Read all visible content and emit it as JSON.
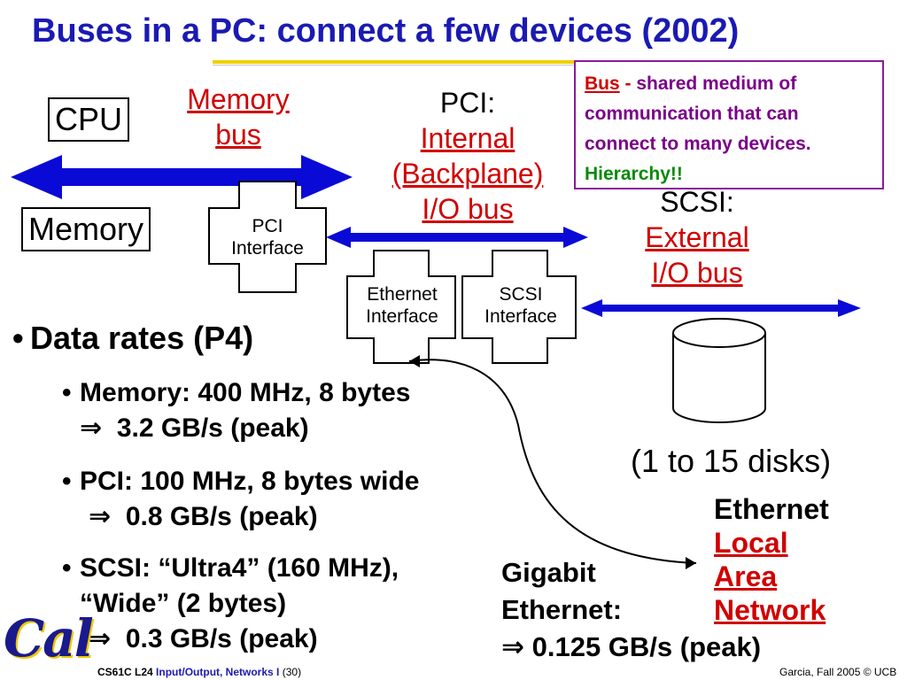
{
  "title": "Buses in a PC: connect a few devices (2002)",
  "definition": {
    "term": "Bus",
    "dash": " - ",
    "text": "shared medium of communication that can connect to many devices.",
    "emphasis": "Hierarchy!!"
  },
  "labels": {
    "cpu": "CPU",
    "memory": "Memory",
    "memory_bus_1": "Memory",
    "memory_bus_2": "bus",
    "pci_head": "PCI:",
    "pci_1": "Internal",
    "pci_2": "(Backplane)",
    "pci_3": "I/O bus",
    "scsi_head": "SCSI:",
    "scsi_1": "External",
    "scsi_2": "I/O bus",
    "pci_if_1": "PCI",
    "pci_if_2": "Interface",
    "eth_if_1": "Ethernet",
    "eth_if_2": "Interface",
    "scsi_if_1": "SCSI",
    "scsi_if_2": "Interface",
    "disks": "(1 to 15 disks)",
    "lan_head": "Ethernet",
    "lan_1": "Local",
    "lan_2": "Area",
    "lan_3": "Network",
    "gig_1": "Gigabit",
    "gig_2": "Ethernet:",
    "gig_3": "0.125 GB/s (peak)"
  },
  "bullets": {
    "main": "Data rates (P4)",
    "mem_1": "Memory: 400 MHz, 8 bytes",
    "mem_2": "3.2 GB/s (peak)",
    "pci_1": "PCI: 100 MHz, 8 bytes wide",
    "pci_2": "0.8 GB/s (peak)",
    "scsi_1": "SCSI: “Ultra4” (160 MHz),",
    "scsi_2": "“Wide” (2 bytes)",
    "scsi_3": "0.3 GB/s (peak)",
    "implies": "⇒"
  },
  "footer": {
    "course": "CS61C L24",
    "topic": "Input/Output, Networks I",
    "page": "(30)",
    "credit": "Garcia, Fall 2005 © UCB",
    "logo": "Cal"
  },
  "colors": {
    "title": "#1a1ab4",
    "bus": "#0a0ad6",
    "accent": "#d10000",
    "definition": "#7a0088",
    "hierarchy": "#0a8a0a"
  }
}
